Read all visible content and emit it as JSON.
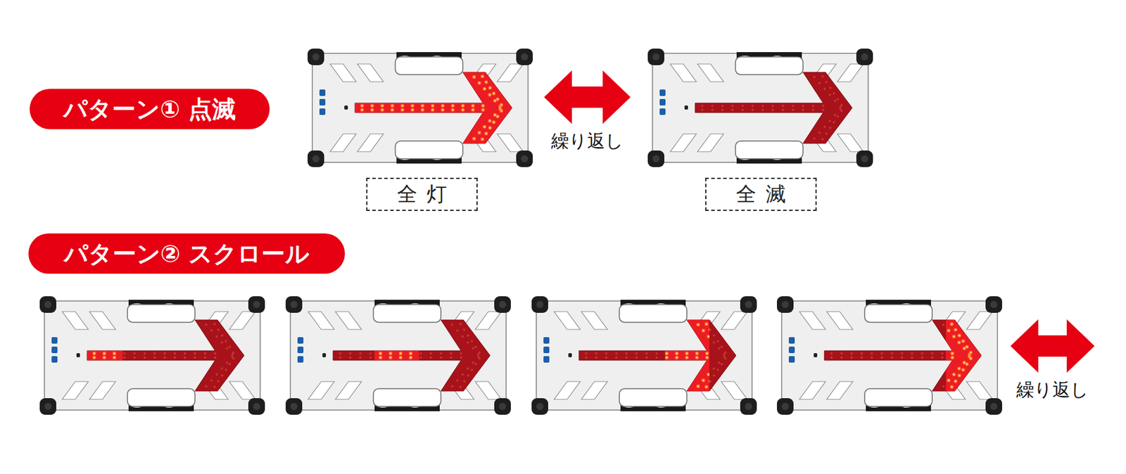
{
  "diagram": {
    "nodes": [
      {
        "text": [
          "パターン① 点滅"
        ]
      },
      {
        "text": [
          "全灯"
        ]
      },
      {
        "text": [
          "全滅"
        ]
      },
      {
        "text": [
          "パターン② スクロール"
        ]
      }
    ],
    "labels": [
      "繰り返し",
      "繰り返し"
    ]
  }
}
